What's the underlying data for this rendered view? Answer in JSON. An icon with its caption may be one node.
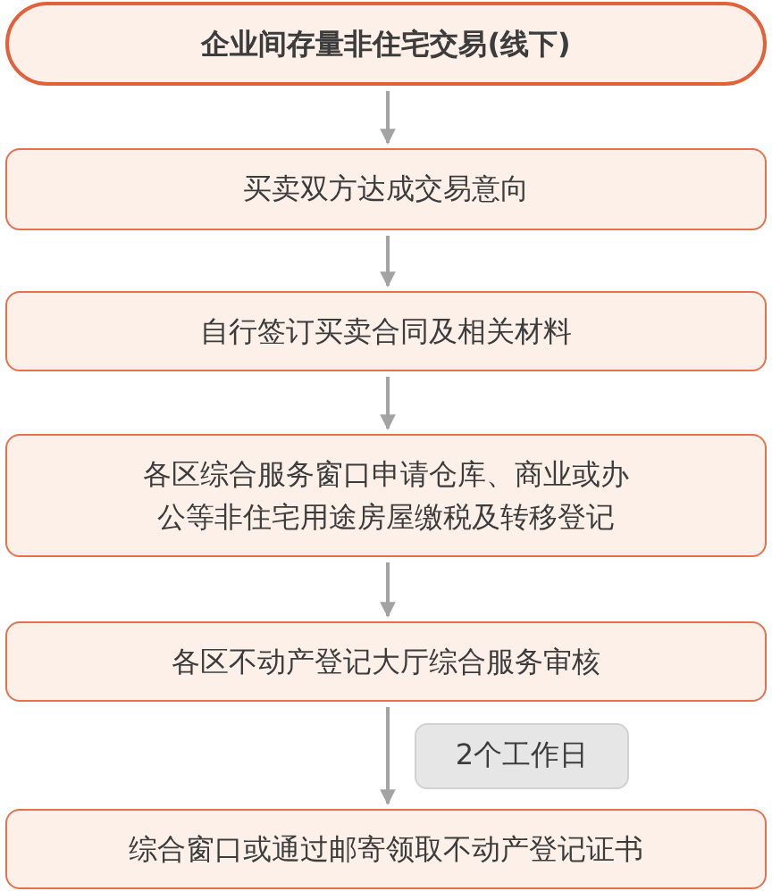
{
  "diagram": {
    "nodes": [
      {
        "text": [
          "企业间存量非住宅交易(线下)"
        ]
      },
      {
        "text": [
          "买卖双方达成交易意向"
        ]
      },
      {
        "text": [
          "自行签订买卖合同及相关材料"
        ]
      },
      {
        "text": [
          "各区综合服务窗口申请仓库、商业或办公等非住宅用途房屋缴税及转移登记"
        ]
      },
      {
        "text": [
          "各区不动产登记大厅综合服务审核"
        ]
      },
      {
        "text": [
          "综合窗口或通过邮寄领取不动产登记证书"
        ]
      }
    ],
    "edges": [
      {
        "from": 0,
        "to": 1,
        "arrow": "to"
      },
      {
        "from": 1,
        "to": 2,
        "arrow": "to"
      },
      {
        "from": 2,
        "to": 3,
        "arrow": "to"
      },
      {
        "from": 3,
        "to": 4,
        "arrow": "to"
      },
      {
        "from": 4,
        "to": 5,
        "arrow": "to",
        "label": "2个工作日"
      }
    ]
  }
}
